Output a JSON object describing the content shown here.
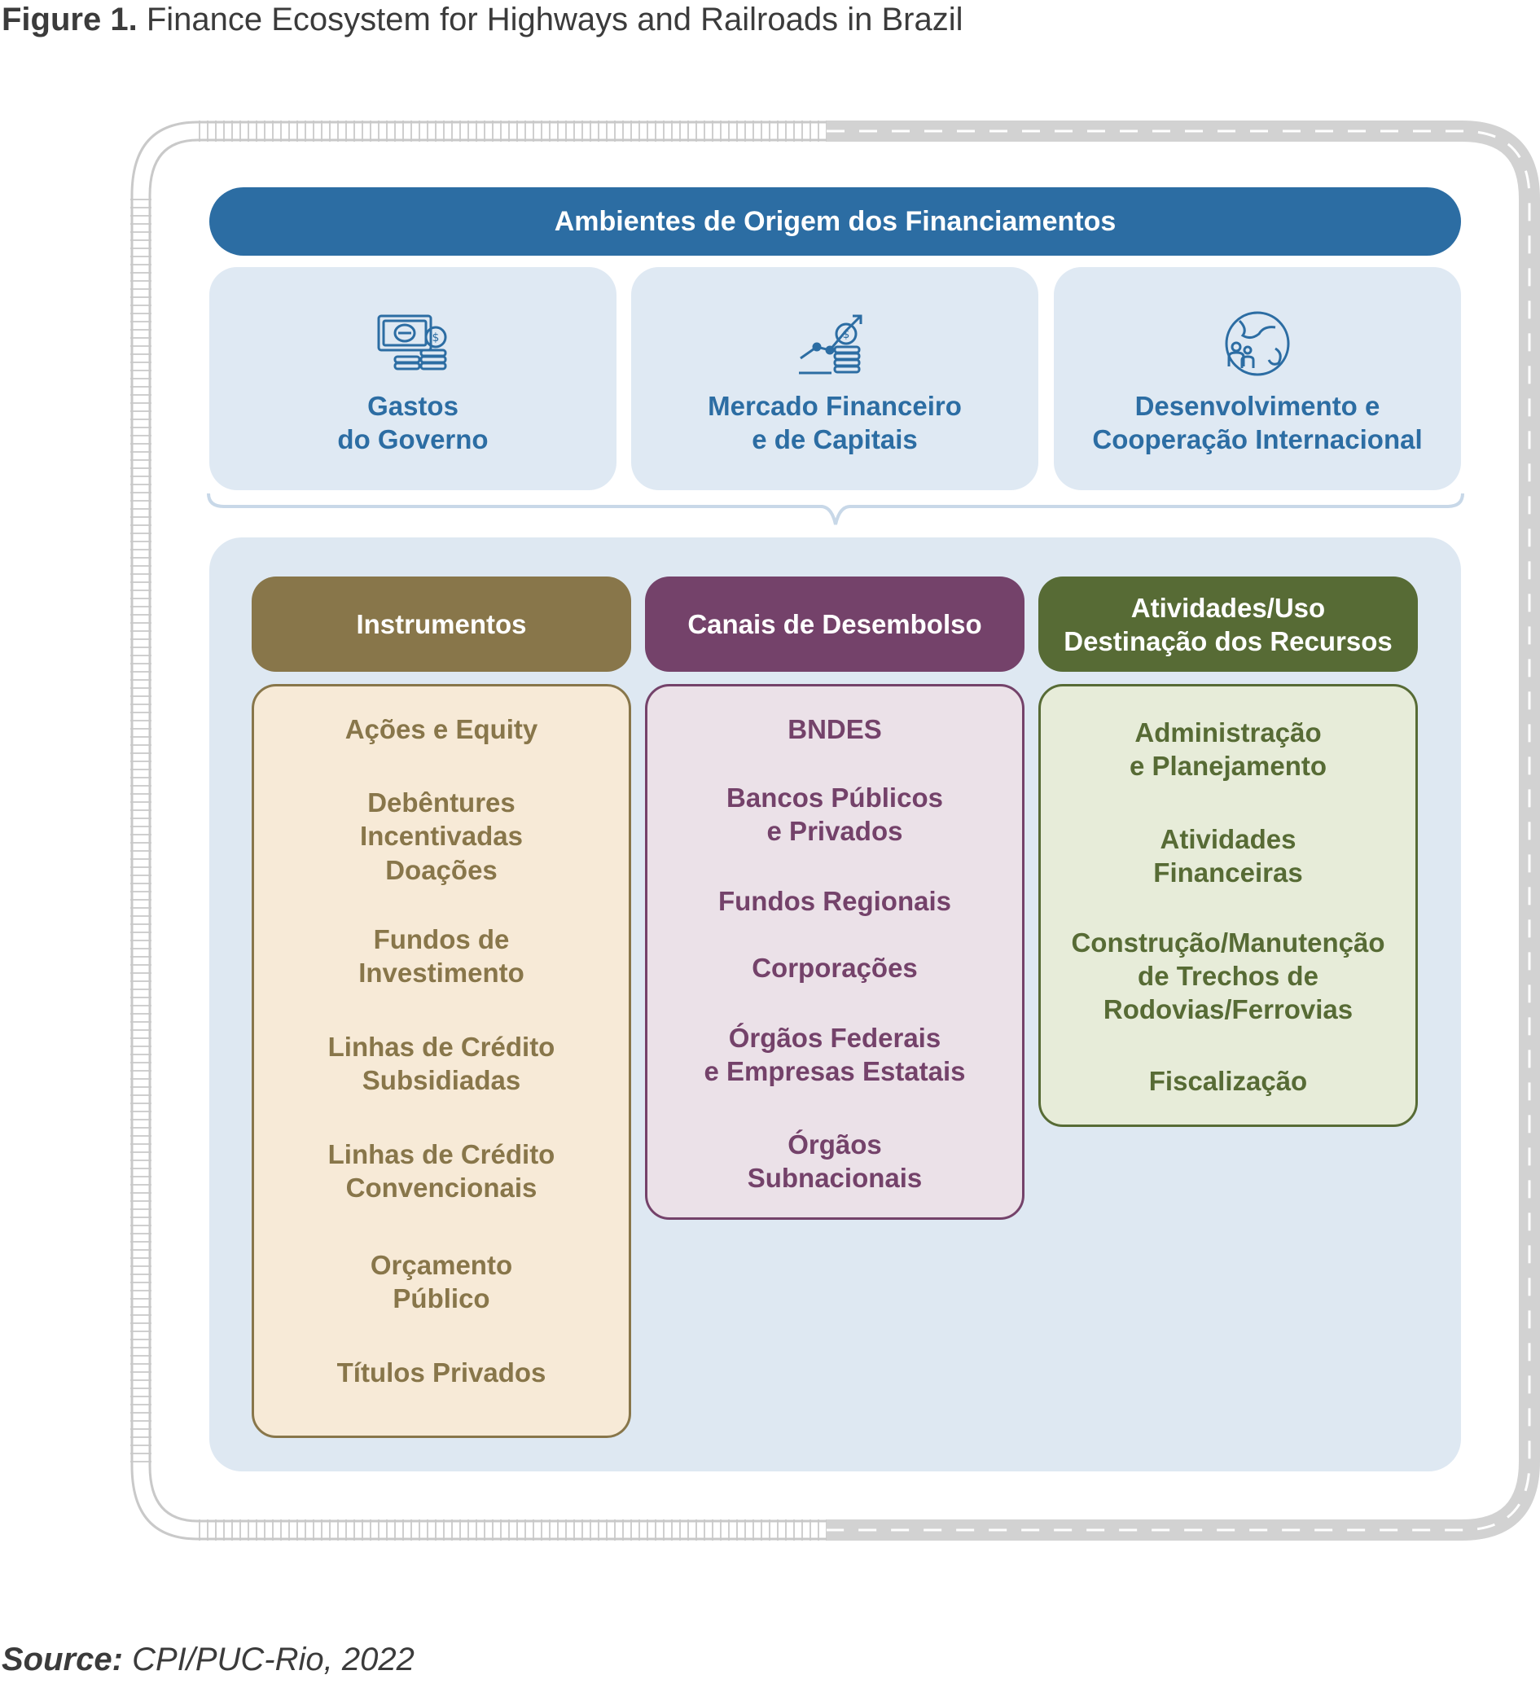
{
  "figure": {
    "title_bold": "Figure 1.",
    "title_rest": "Finance Ecosystem for Highways and Railroads in Brazil"
  },
  "banner": {
    "label": "Ambientes de Origem dos Financiamentos"
  },
  "origins": [
    {
      "label": "Gastos\ndo Governo",
      "icon": "money-coins-icon"
    },
    {
      "label": "Mercado Financeiro\ne de Capitais",
      "icon": "growth-coins-icon"
    },
    {
      "label": "Desenvolvimento e\nCooperação Internacional",
      "icon": "globe-people-icon"
    }
  ],
  "columns": [
    {
      "header": "Instrumentos",
      "items": [
        "Ações e Equity",
        "Debêntures\nIncentivadas",
        "Doações",
        "Fundos de\nInvestimento",
        "Linhas de Crédito\nSubsidiadas",
        "Linhas de Crédito\nConvencionais",
        "Orçamento\nPúblico",
        "Títulos Privados"
      ]
    },
    {
      "header": "Canais de Desembolso",
      "items": [
        "BNDES",
        "Bancos Públicos\ne Privados",
        "Fundos Regionais",
        "Corporações",
        "Órgãos Federais\ne Empresas Estatais",
        "Órgãos\nSubnacionais"
      ]
    },
    {
      "header": "Atividades/Uso\nDestinação dos Recursos",
      "items": [
        "Administração\ne Planejamento",
        "Atividades\nFinanceiras",
        "Construção/Manutenção\nde Trechos de\nRodovias/Ferrovias",
        "Fiscalização"
      ]
    }
  ],
  "colors": {
    "blue": "#2c6da3",
    "instrumentos": "#88764a",
    "canais": "#74426a",
    "atividades": "#576b35"
  },
  "source": {
    "label_bold": "Source:",
    "label_rest": "CPI/PUC-Rio, 2022"
  }
}
